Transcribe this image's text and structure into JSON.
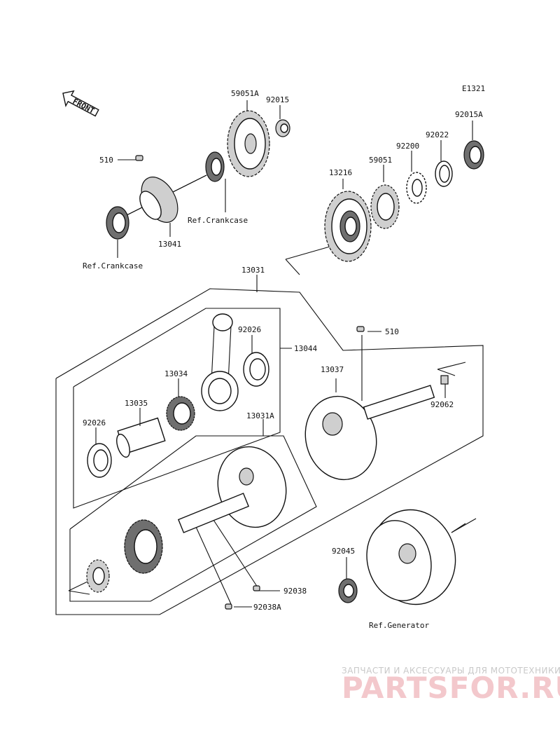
{
  "diagram_code": "E1321",
  "front_label": "FRONT",
  "parts": {
    "p59051A": "59051A",
    "p92015": "92015",
    "p510_top": "510",
    "p13041": "13041",
    "p92015A": "92015A",
    "p92022": "92022",
    "p92200": "92200",
    "p59051": "59051",
    "p13216": "13216",
    "p13031": "13031",
    "p92026_a": "92026",
    "p13044": "13044",
    "p13034": "13034",
    "p13035": "13035",
    "p92026_b": "92026",
    "p510_mid": "510",
    "p13037": "13037",
    "p92062": "92062",
    "p13031A": "13031A",
    "p92045": "92045",
    "p92038": "92038",
    "p92038A": "92038A"
  },
  "references": {
    "crankcase_1": "Ref.Crankcase",
    "crankcase_2": "Ref.Crankcase",
    "generator": "Ref.Generator"
  },
  "watermark": {
    "tagline": "ЗАПЧАСТИ И АКСЕССУАРЫ ДЛЯ МОТОТЕХНИКИ",
    "brand": "PARTSFOR.RU"
  }
}
